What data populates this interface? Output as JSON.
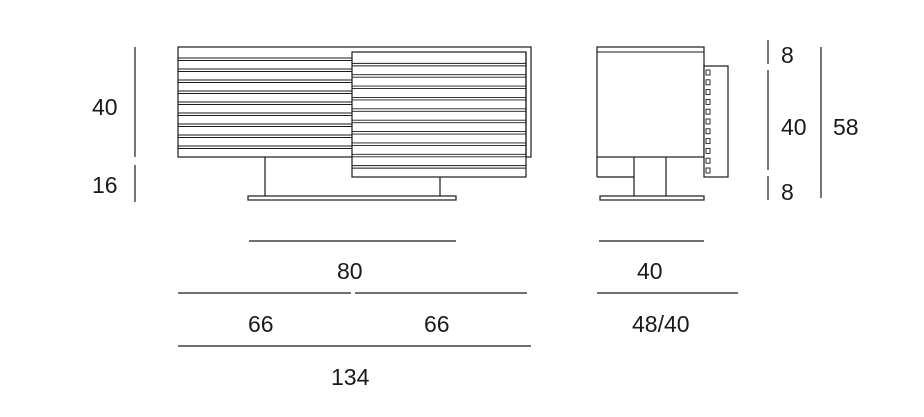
{
  "dimensions": {
    "front_height_body": "40",
    "front_height_base": "16",
    "front_base_width": "80",
    "front_half_left": "66",
    "front_half_right": "66",
    "front_total_width": "134",
    "side_depth": "40",
    "side_depth_open": "48/40",
    "side_top_gap": "8",
    "side_body_height": "40",
    "side_bottom_gap": "8",
    "side_total_height": "58"
  },
  "colors": {
    "line": "#1a1a1a",
    "background": "#ffffff"
  }
}
